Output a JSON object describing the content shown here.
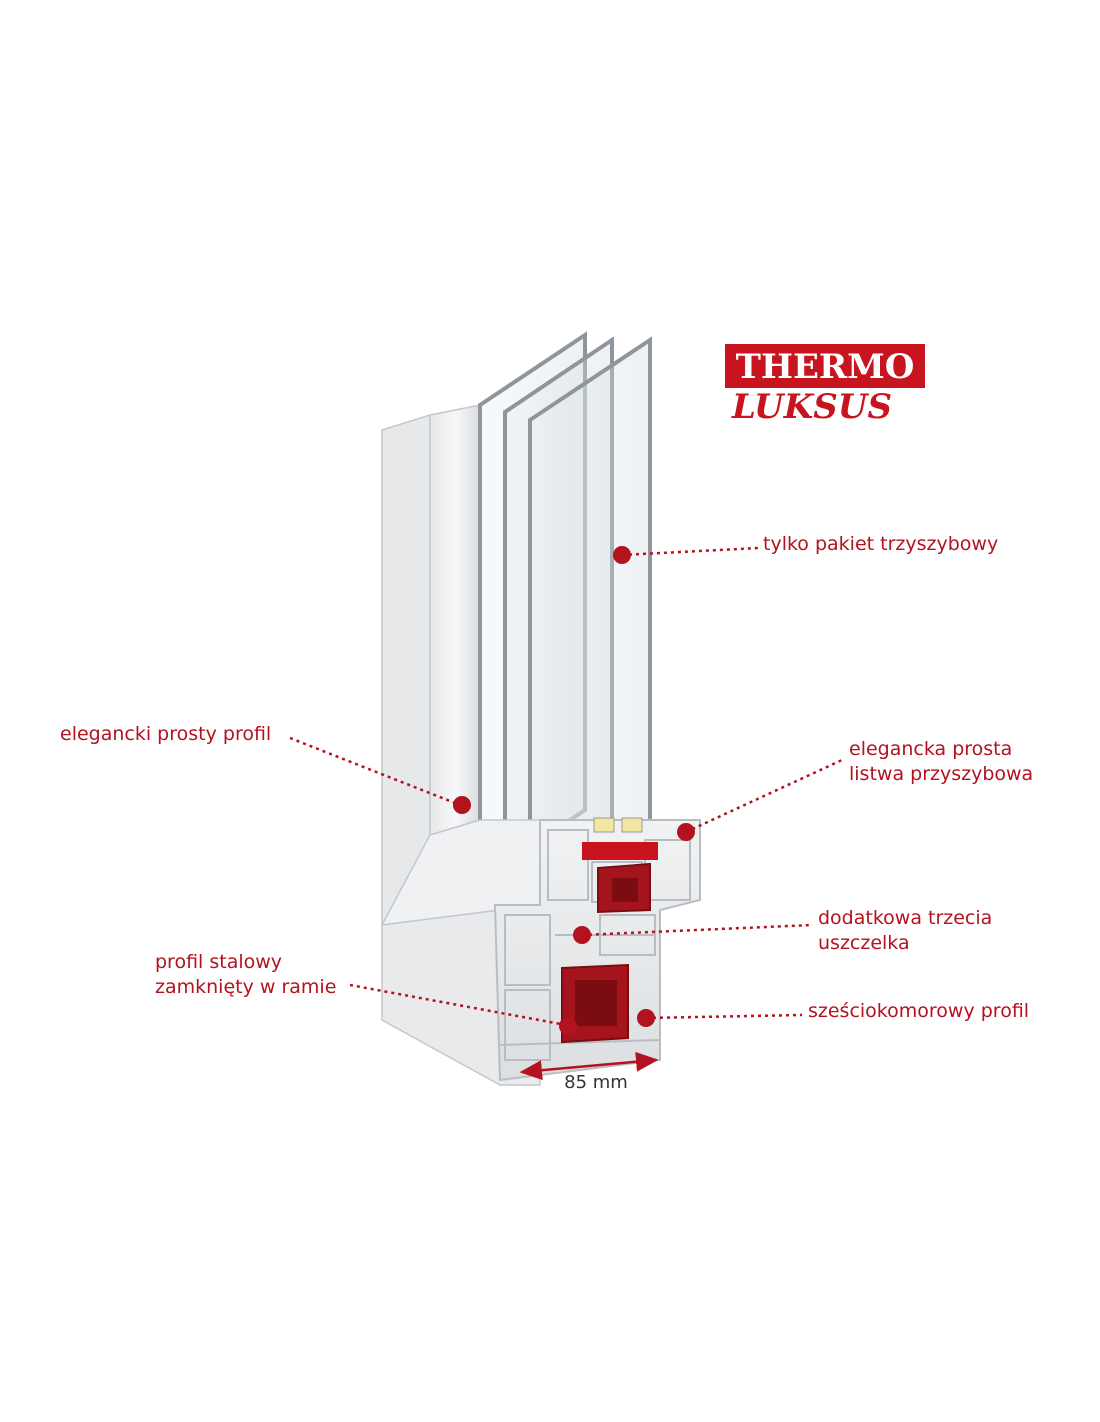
{
  "logo": {
    "line1": "THERMO",
    "line2": "LUKSUS",
    "color": "#c8141e"
  },
  "callouts": {
    "triple_glazing": "tylko pakiet trzyszybowy",
    "elegant_profile": "elegancki prosty profil",
    "glazing_bead_line1": "elegancka prosta",
    "glazing_bead_line2": "listwa przyszybowa",
    "third_seal_line1": "dodatkowa trzecia",
    "third_seal_line2": "uszczelka",
    "steel_profile_line1": "profil stalowy",
    "steel_profile_line2": "zamknięty w ramie",
    "six_chamber": "sześciokomorowy profil"
  },
  "dimension": {
    "label": "85 mm"
  },
  "colors": {
    "accent": "#b3121f",
    "steel": "#a5141c",
    "seal": "#f2e6a0"
  }
}
